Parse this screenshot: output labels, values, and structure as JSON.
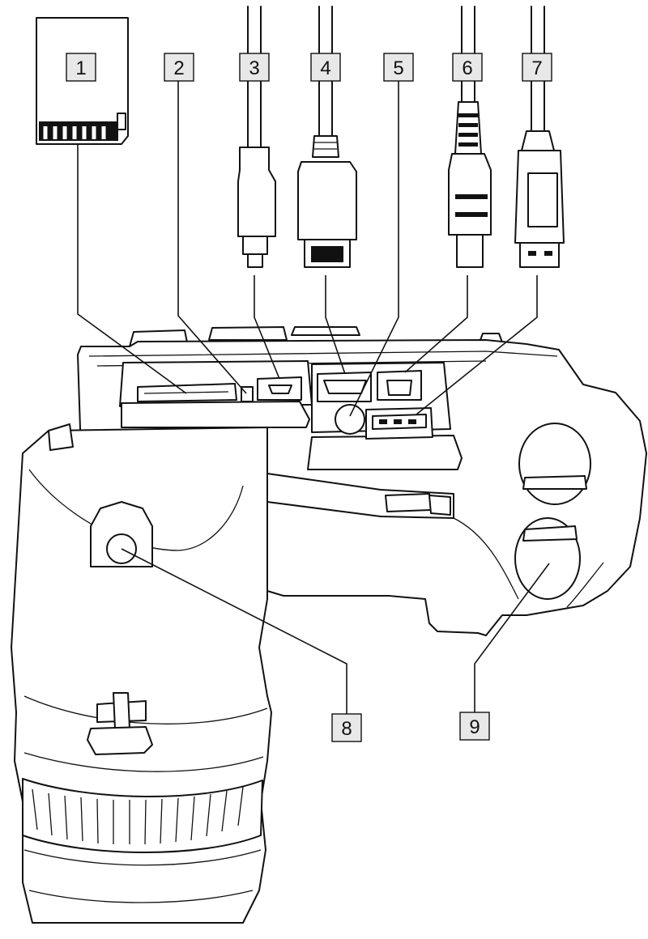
{
  "callouts": [
    {
      "id": "1",
      "label": "1"
    },
    {
      "id": "2",
      "label": "2"
    },
    {
      "id": "3",
      "label": "3"
    },
    {
      "id": "4",
      "label": "4"
    },
    {
      "id": "5",
      "label": "5"
    },
    {
      "id": "6",
      "label": "6"
    },
    {
      "id": "7",
      "label": "7"
    },
    {
      "id": "8",
      "label": "8"
    },
    {
      "id": "9",
      "label": "9"
    }
  ],
  "colors": {
    "line": "#111111",
    "callout_fill": "#e8e8e8",
    "background": "#ffffff"
  }
}
